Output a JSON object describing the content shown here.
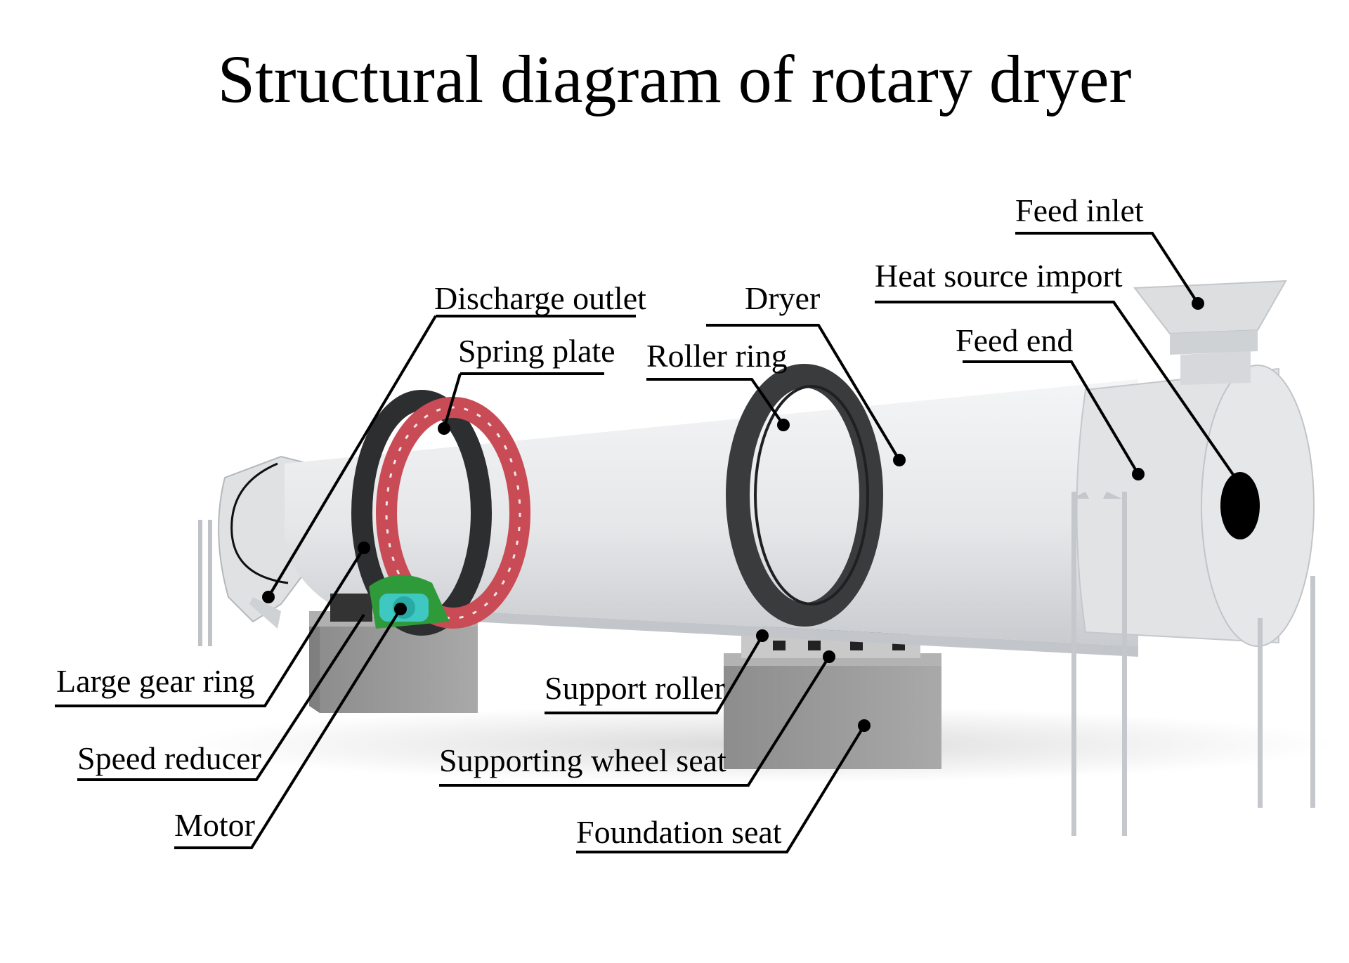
{
  "title": "Structural diagram of rotary dryer",
  "labels": {
    "feed_inlet": "Feed inlet",
    "heat_source_import": "Heat source import",
    "discharge_outlet": "Discharge outlet",
    "dryer": "Dryer",
    "spring_plate": "Spring plate",
    "roller_ring": "Roller ring",
    "feed_end": "Feed end",
    "large_gear_ring": "Large gear ring",
    "support_roller": "Support roller",
    "speed_reducer": "Speed reducer",
    "supporting_wheel_seat": "Supporting wheel seat",
    "motor": "Motor",
    "foundation_seat": "Foundation seat"
  },
  "colors": {
    "drum": "#e9eaec",
    "drum_shadow": "#c9ccd0",
    "gear_ring": "#c94b55",
    "roller_ring": "#3a3b3d",
    "foundation": "#9c9c9c",
    "motor": "#3fc7c2",
    "reducer": "#2f9a3a",
    "leader": "#000000"
  }
}
